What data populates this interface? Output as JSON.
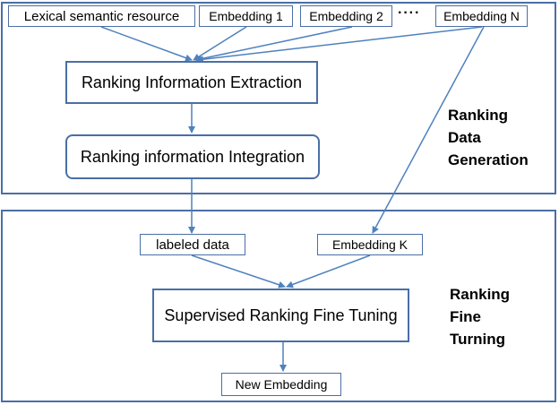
{
  "top_panel": {
    "label_lines": [
      "Ranking",
      "Data",
      "Generation"
    ]
  },
  "bottom_panel": {
    "label_lines": [
      "Ranking",
      "Fine",
      "Turning"
    ]
  },
  "nodes": {
    "lexical_resource": "Lexical semantic resource",
    "embedding_1": "Embedding 1",
    "embedding_2": "Embedding 2",
    "ellipsis": "····",
    "embedding_n": "Embedding N",
    "ranking_extraction": "Ranking Information Extraction",
    "ranking_integration": "Ranking information Integration",
    "labeled_data": "labeled data",
    "embedding_k": "Embedding  K",
    "supervised_tuning": "Supervised Ranking Fine Tuning",
    "new_embedding": "New Embedding"
  },
  "colors": {
    "border": "#4a6fa5",
    "arrow": "#4f81bd"
  }
}
